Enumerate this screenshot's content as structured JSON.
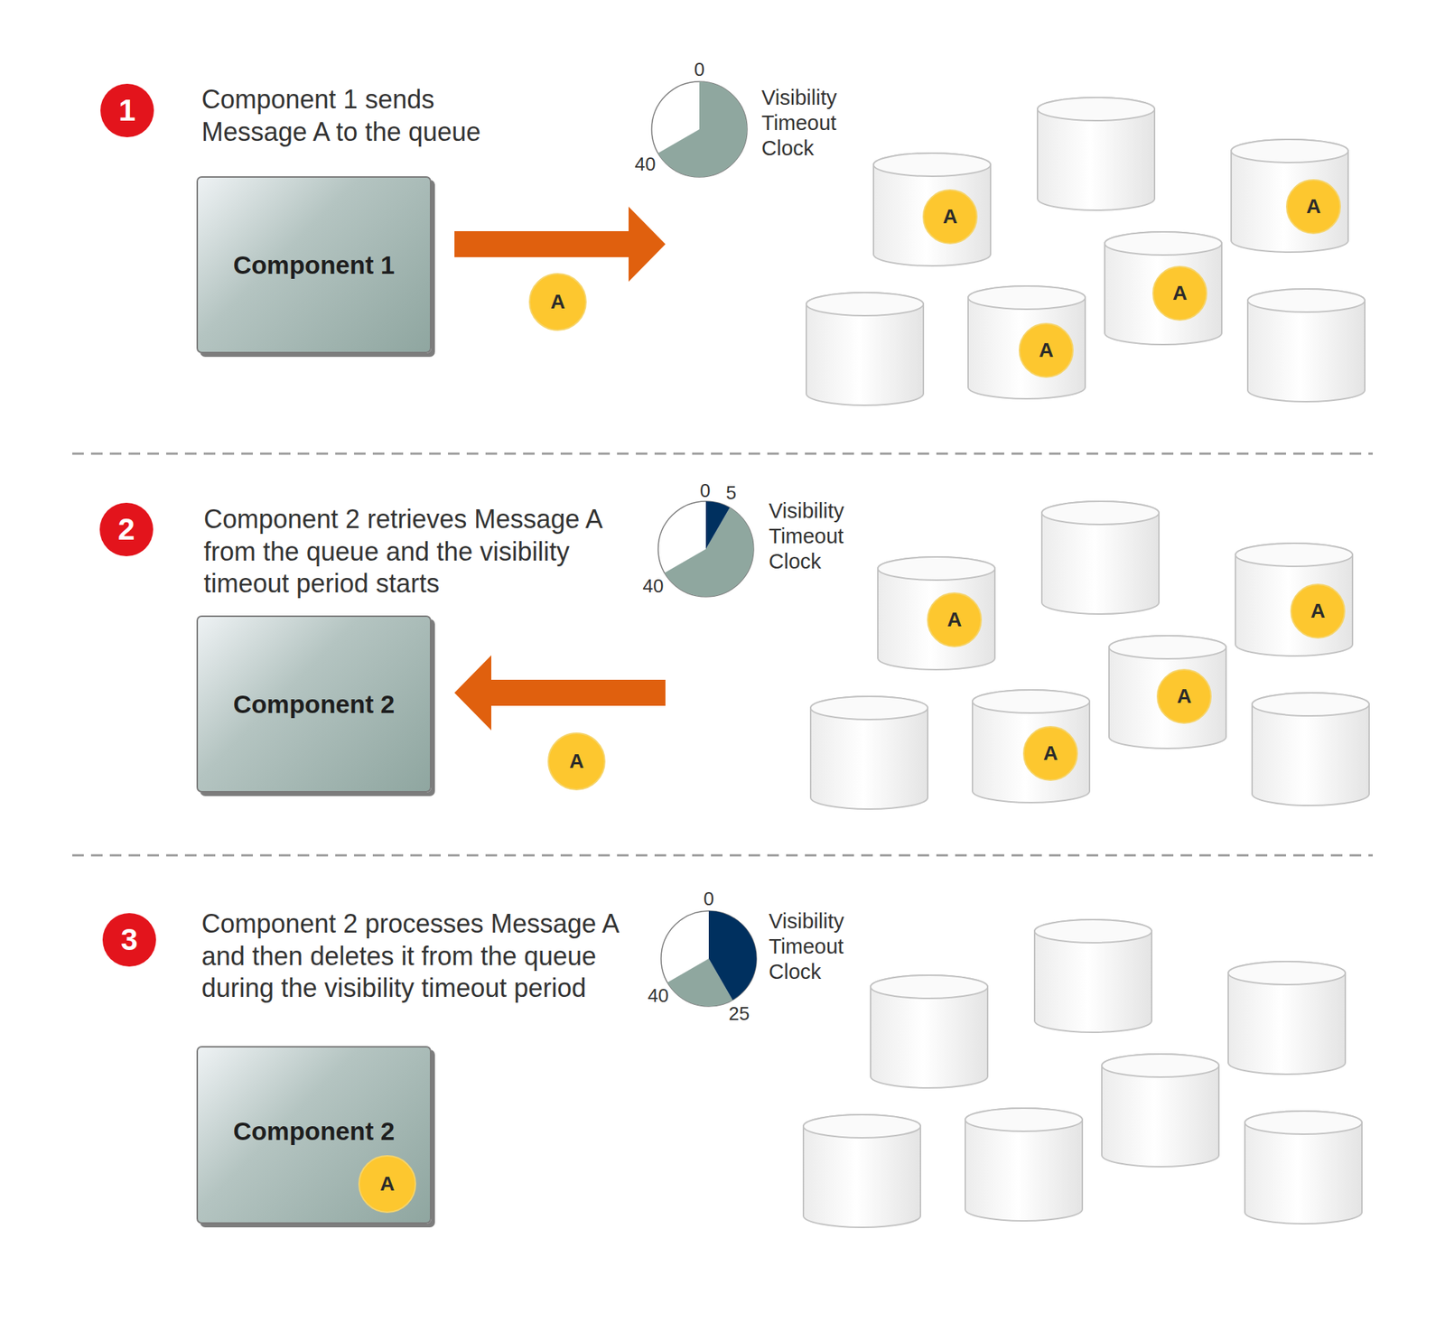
{
  "diagram": {
    "nodes": [
      {
        "text": [
          "Component 1"
        ]
      },
      {
        "text": [
          "A"
        ]
      },
      {
        "text": [
          "A"
        ]
      },
      {
        "text": [
          "A"
        ]
      },
      {
        "text": [
          "A"
        ]
      },
      {
        "text": [
          "A"
        ]
      },
      {
        "text": [
          "Component 2"
        ]
      },
      {
        "text": [
          "A"
        ]
      },
      {
        "text": [
          "A"
        ]
      },
      {
        "text": [
          "A"
        ]
      },
      {
        "text": [
          "A"
        ]
      },
      {
        "text": [
          "A"
        ]
      },
      {
        "text": [
          "Component 2"
        ]
      },
      {
        "text": [
          "A"
        ],
        "in": 12
      }
    ],
    "labels": [
      "1",
      "Component 1 sends Message A to the queue",
      "0",
      "40",
      "Visibility Timeout Clock",
      "2",
      "Component 2 retrieves Message A from the queue and the visibility timeout period starts",
      "0",
      "5",
      "40",
      "Visibility Timeout Clock",
      "3",
      "Component 2 processes Message A and then deletes it from the queue during the visibility timeout period",
      "0",
      "40",
      "25",
      "Visibility Timeout Clock"
    ]
  }
}
